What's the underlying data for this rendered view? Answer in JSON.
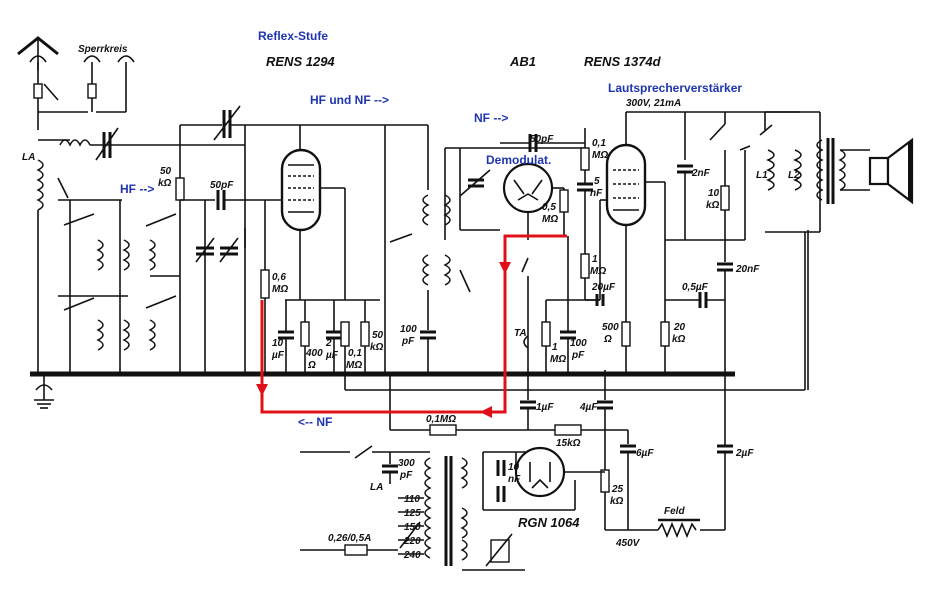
{
  "headings": {
    "reflex": "Reflex-Stufe",
    "tube1": "RENS 1294",
    "diode": "AB1",
    "tube2": "RENS 1374d",
    "speaker_amp": "Lautsprecherverstärker",
    "rect_tube": "RGN 1064",
    "sperrkreis": "Sperrkreis"
  },
  "signal_labels": {
    "hf": "HF -->",
    "hf_nf": "HF und NF -->",
    "nf": "NF -->",
    "nf_back": "<-- NF",
    "demod": "Demodulat."
  },
  "components": {
    "r50k": [
      "50",
      "kΩ"
    ],
    "c50pf_a": "50pF",
    "c50pf_b": "50pF",
    "r06m": [
      "0,6",
      "MΩ"
    ],
    "c10uf": [
      "10",
      "µF"
    ],
    "r400": [
      "400",
      "Ω"
    ],
    "c2uf_a": [
      "2",
      "µF"
    ],
    "r01m_a": [
      "0,1",
      "MΩ"
    ],
    "r50k_b": [
      "50",
      "kΩ"
    ],
    "c100pf_a": [
      "100",
      "pF"
    ],
    "r01m_b": [
      "0,1",
      "MΩ"
    ],
    "c5nf": [
      "5",
      "nF"
    ],
    "r05m": [
      "0,5",
      "MΩ"
    ],
    "r1m_a": [
      "1",
      "MΩ"
    ],
    "r1m_b": [
      "1",
      "MΩ"
    ],
    "c100pf_b": [
      "100",
      "pF"
    ],
    "c20uf": "20µF",
    "r500": [
      "500",
      "Ω"
    ],
    "c2nf": "2nF",
    "r10k": [
      "10",
      "kΩ"
    ],
    "c05uf": "0,5µF",
    "c20nf": "20nF",
    "r20k": [
      "20",
      "kΩ"
    ],
    "voltage": "300V, 21mA",
    "c1uf": "1µF",
    "c4uf": "4µF",
    "r01m_c": "0,1MΩ",
    "r15k": "15kΩ",
    "c6uf": "6µF",
    "c2uf_b": "2µF",
    "c300pf": [
      "300",
      "pF"
    ],
    "c10nf": [
      "10",
      "nF"
    ],
    "r25k": [
      "25",
      "kΩ"
    ],
    "fuse": "0,26/0,5A",
    "feld": "Feld",
    "hv": "450V",
    "ta": "TA",
    "la": "LA",
    "la2": "LA",
    "l1": "L1",
    "l2": "L2",
    "taps": [
      "110",
      "125",
      "150",
      "220",
      "240"
    ]
  }
}
